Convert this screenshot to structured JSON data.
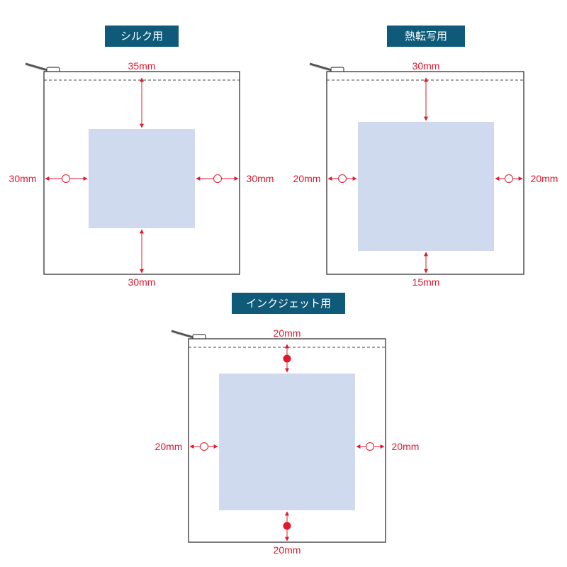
{
  "panels": [
    {
      "label": "シルク用",
      "dims": {
        "top": "35mm",
        "left": "30mm",
        "right": "30mm",
        "bottom": "30mm"
      }
    },
    {
      "label": "熱転写用",
      "dims": {
        "top": "30mm",
        "left": "20mm",
        "right": "20mm",
        "bottom": "15mm"
      }
    },
    {
      "label": "インクジェット用",
      "dims": {
        "top": "20mm",
        "left": "20mm",
        "right": "20mm",
        "bottom": "20mm"
      }
    }
  ],
  "colors": {
    "label_bg": "#0f5a79",
    "dimension": "#e0182d",
    "print_area": "#d0daee",
    "outline": "#222222"
  }
}
